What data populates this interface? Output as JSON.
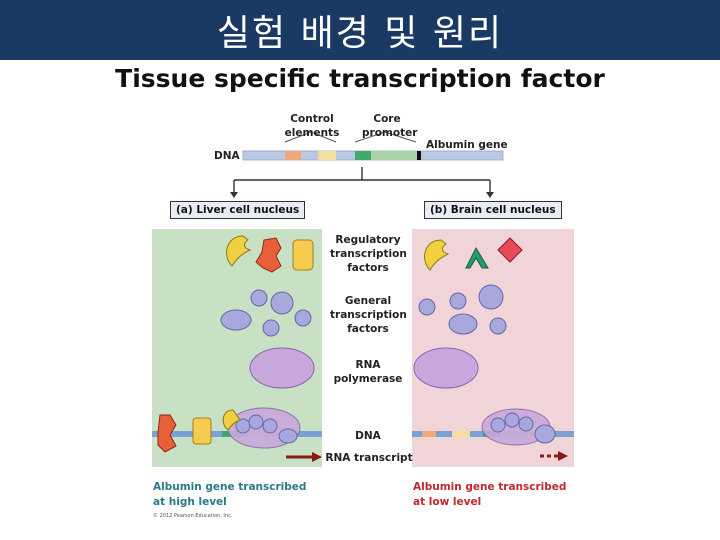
{
  "header": {
    "title": "실험 배경 및 원리",
    "subtitle": "Tissue specific transcription factor"
  },
  "diagram": {
    "control_elements_label": "Control\nelements",
    "core_promoter_label": "Core\npromoter",
    "albumin_gene_label": "Albumin gene",
    "dna_label_top": "DNA",
    "liver_panel_label": "(a) Liver cell nucleus",
    "brain_panel_label": "(b) Brain cell nucleus",
    "regulatory_tf_label": "Regulatory\ntranscription\nfactors",
    "general_tf_label": "General\ntranscription\nfactors",
    "rna_polymerase_label": "RNA\npolymerase",
    "dna_label_mid": "DNA",
    "rna_transcript_label": "RNA transcript",
    "liver_result_line1": "Albumin gene transcribed",
    "liver_result_line2": "at high level",
    "brain_result_line1": "Albumin gene transcribed",
    "brain_result_line2": "at low level",
    "copyright": "© 2012 Pearson Education, Inc."
  },
  "colors": {
    "header_bg": "#1a3a63",
    "liver_panel": "#c8e0c4",
    "brain_panel": "#f0d4d8",
    "result_liver": "#2a7a8a",
    "result_brain": "#c0282e",
    "arrow": "#8a1a1a"
  }
}
